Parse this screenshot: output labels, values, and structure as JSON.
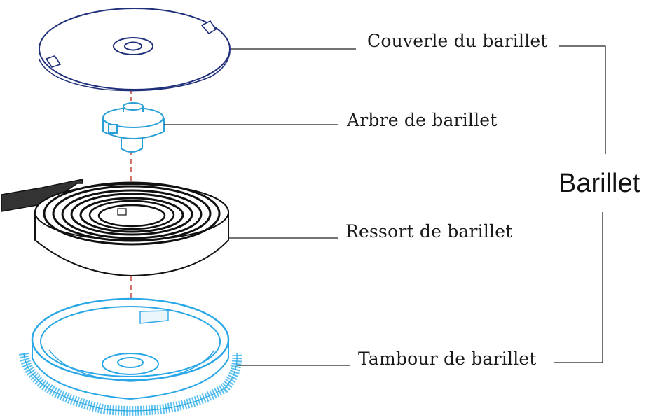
{
  "labels": {
    "couverle": "Couverle du barillet",
    "arbre": "Arbre de barillet",
    "ressort": "Ressort de barillet",
    "tambour": "Tambour de barillet",
    "group": "Barillet"
  },
  "colors": {
    "cover_stroke": "#1f2f7a",
    "arbor_stroke": "#2a9fd6",
    "drum_stroke": "#2aa7e6",
    "spring_stroke": "#111111",
    "axis_line": "#c0392b",
    "leader_line": "#222222"
  },
  "icons": {
    "cover": "barrel-cover-drawing",
    "arbor": "barrel-arbor-drawing",
    "spring": "mainspring-coil-drawing",
    "drum": "barrel-drum-gear-drawing"
  }
}
